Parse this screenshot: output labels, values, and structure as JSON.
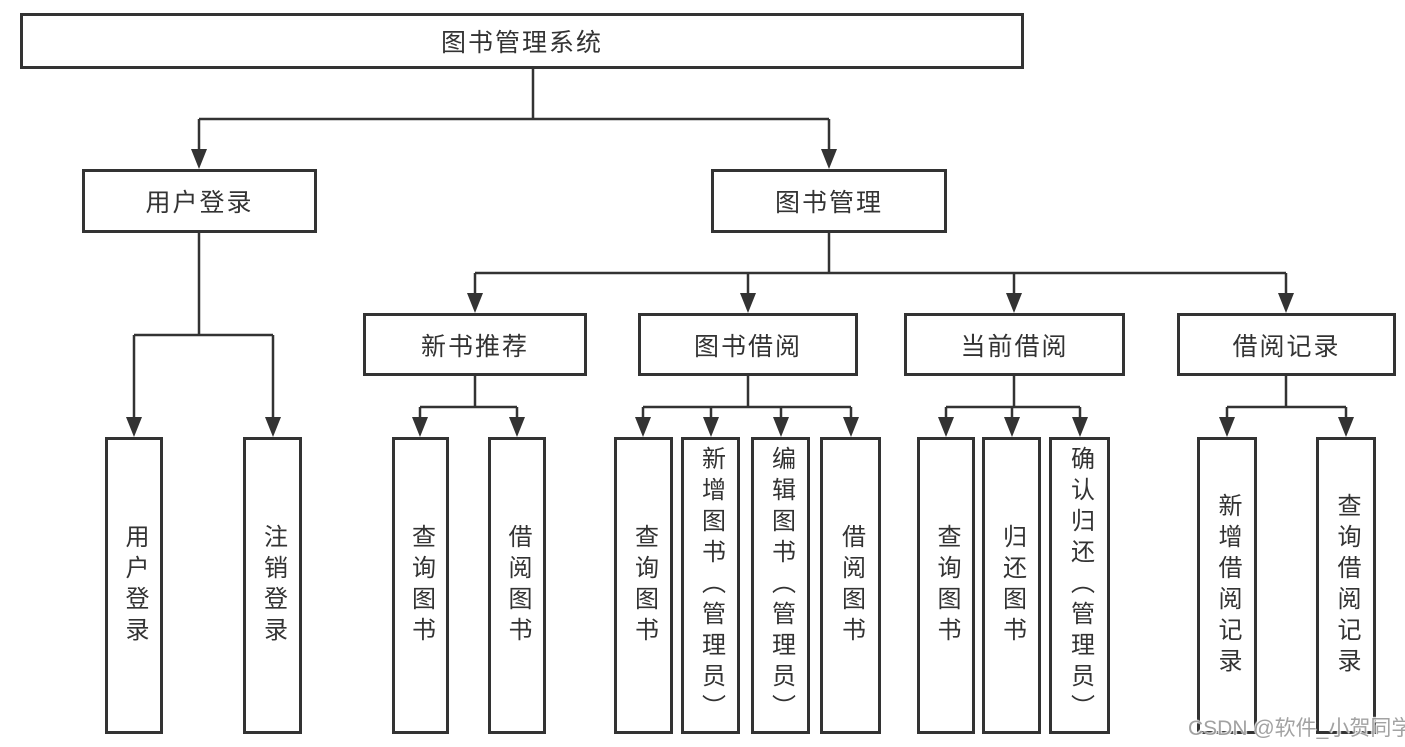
{
  "diagram": {
    "tree": {
      "label": "图书管理系统",
      "children": [
        {
          "label": "用户登录",
          "children": [
            {
              "label": "用户登录"
            },
            {
              "label": "注销登录"
            }
          ]
        },
        {
          "label": "图书管理",
          "children": [
            {
              "label": "新书推荐",
              "children": [
                {
                  "label": "查询图书"
                },
                {
                  "label": "借阅图书"
                }
              ]
            },
            {
              "label": "图书借阅",
              "children": [
                {
                  "label": "查询图书"
                },
                {
                  "label": "新增图书（管理员）"
                },
                {
                  "label": "编辑图书（管理员）"
                },
                {
                  "label": "借阅图书"
                }
              ]
            },
            {
              "label": "当前借阅",
              "children": [
                {
                  "label": "查询图书"
                },
                {
                  "label": "归还图书"
                },
                {
                  "label": "确认归还（管理员）"
                }
              ]
            },
            {
              "label": "借阅记录",
              "children": [
                {
                  "label": "新增借阅记录"
                },
                {
                  "label": "查询借阅记录"
                }
              ]
            }
          ]
        }
      ]
    },
    "colors": {
      "line": "#333333",
      "box_border": "#333333",
      "box_fill": "#ffffff",
      "text": "#333333",
      "background": "#ffffff",
      "watermark": "#9a9a9a"
    }
  },
  "watermark": {
    "text": "CSDN @软件_小贺同学"
  }
}
